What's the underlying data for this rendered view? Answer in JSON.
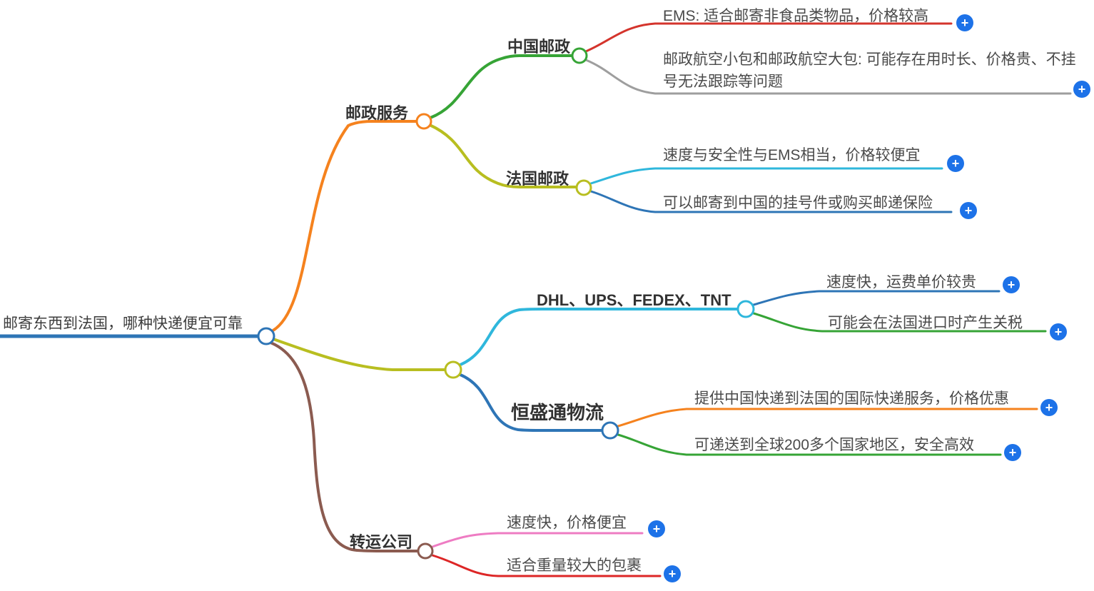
{
  "title": "邮寄东西到法国，哪种快递便宜可靠",
  "plus_icon": "+",
  "colors": {
    "root_blue": "#2E75B6",
    "orange": "#F5821E",
    "green": "#36A436",
    "red": "#D4342C",
    "gray": "#9E9E9E",
    "olive": "#B8BE20",
    "cyan": "#2FB7DC",
    "brown": "#8B5B50",
    "pink": "#EE7CC3",
    "bright_red": "#DD2626",
    "plus_button_blue": "#1D72E8"
  },
  "nodes": {
    "root": {
      "label": "邮寄东西到法国，哪种快递便宜可靠",
      "color": "#2E75B6"
    },
    "postal_service": {
      "label": "邮政服务",
      "color": "#F5821E"
    },
    "china_post": {
      "label": "中国邮政",
      "color": "#36A436"
    },
    "ems": {
      "label": "EMS: 适合邮寄非食品类物品，价格较高",
      "color": "#D4342C"
    },
    "postal_airmail": {
      "label": "邮政航空小包和邮政航空大包: 可能存在用时长、价格贵、不挂号无法跟踪等问题",
      "color": "#9E9E9E"
    },
    "france_post": {
      "label": "法国邮政",
      "color": "#B8BE20"
    },
    "france_speed": {
      "label": "速度与安全性与EMS相当，价格较便宜",
      "color": "#2FB7DC"
    },
    "france_registered": {
      "label": "可以邮寄到中国的挂号件或购买邮递保险",
      "color": "#2E75B6"
    },
    "couriers": {
      "label": "DHL、UPS、FEDEX、TNT",
      "color": "#2FB7DC"
    },
    "courier_speed": {
      "label": "速度快，运费单价较贵",
      "color": "#2E75B6"
    },
    "courier_tariff": {
      "label": "可能会在法国进口时产生关税",
      "color": "#36A436"
    },
    "hengshengtong": {
      "label": "恒盛通物流",
      "color": "#2E75B6"
    },
    "hst_service": {
      "label": "提供中国快递到法国的国际快递服务，价格优惠",
      "color": "#F5821E"
    },
    "hst_global": {
      "label": "可递送到全球200多个国家地区，安全高效",
      "color": "#36A436"
    },
    "transfer_company": {
      "label": "转运公司",
      "color": "#8B5B50"
    },
    "transfer_speed": {
      "label": "速度快，价格便宜",
      "color": "#EE7CC3"
    },
    "transfer_weight": {
      "label": "适合重量较大的包裹",
      "color": "#DD2626"
    }
  }
}
